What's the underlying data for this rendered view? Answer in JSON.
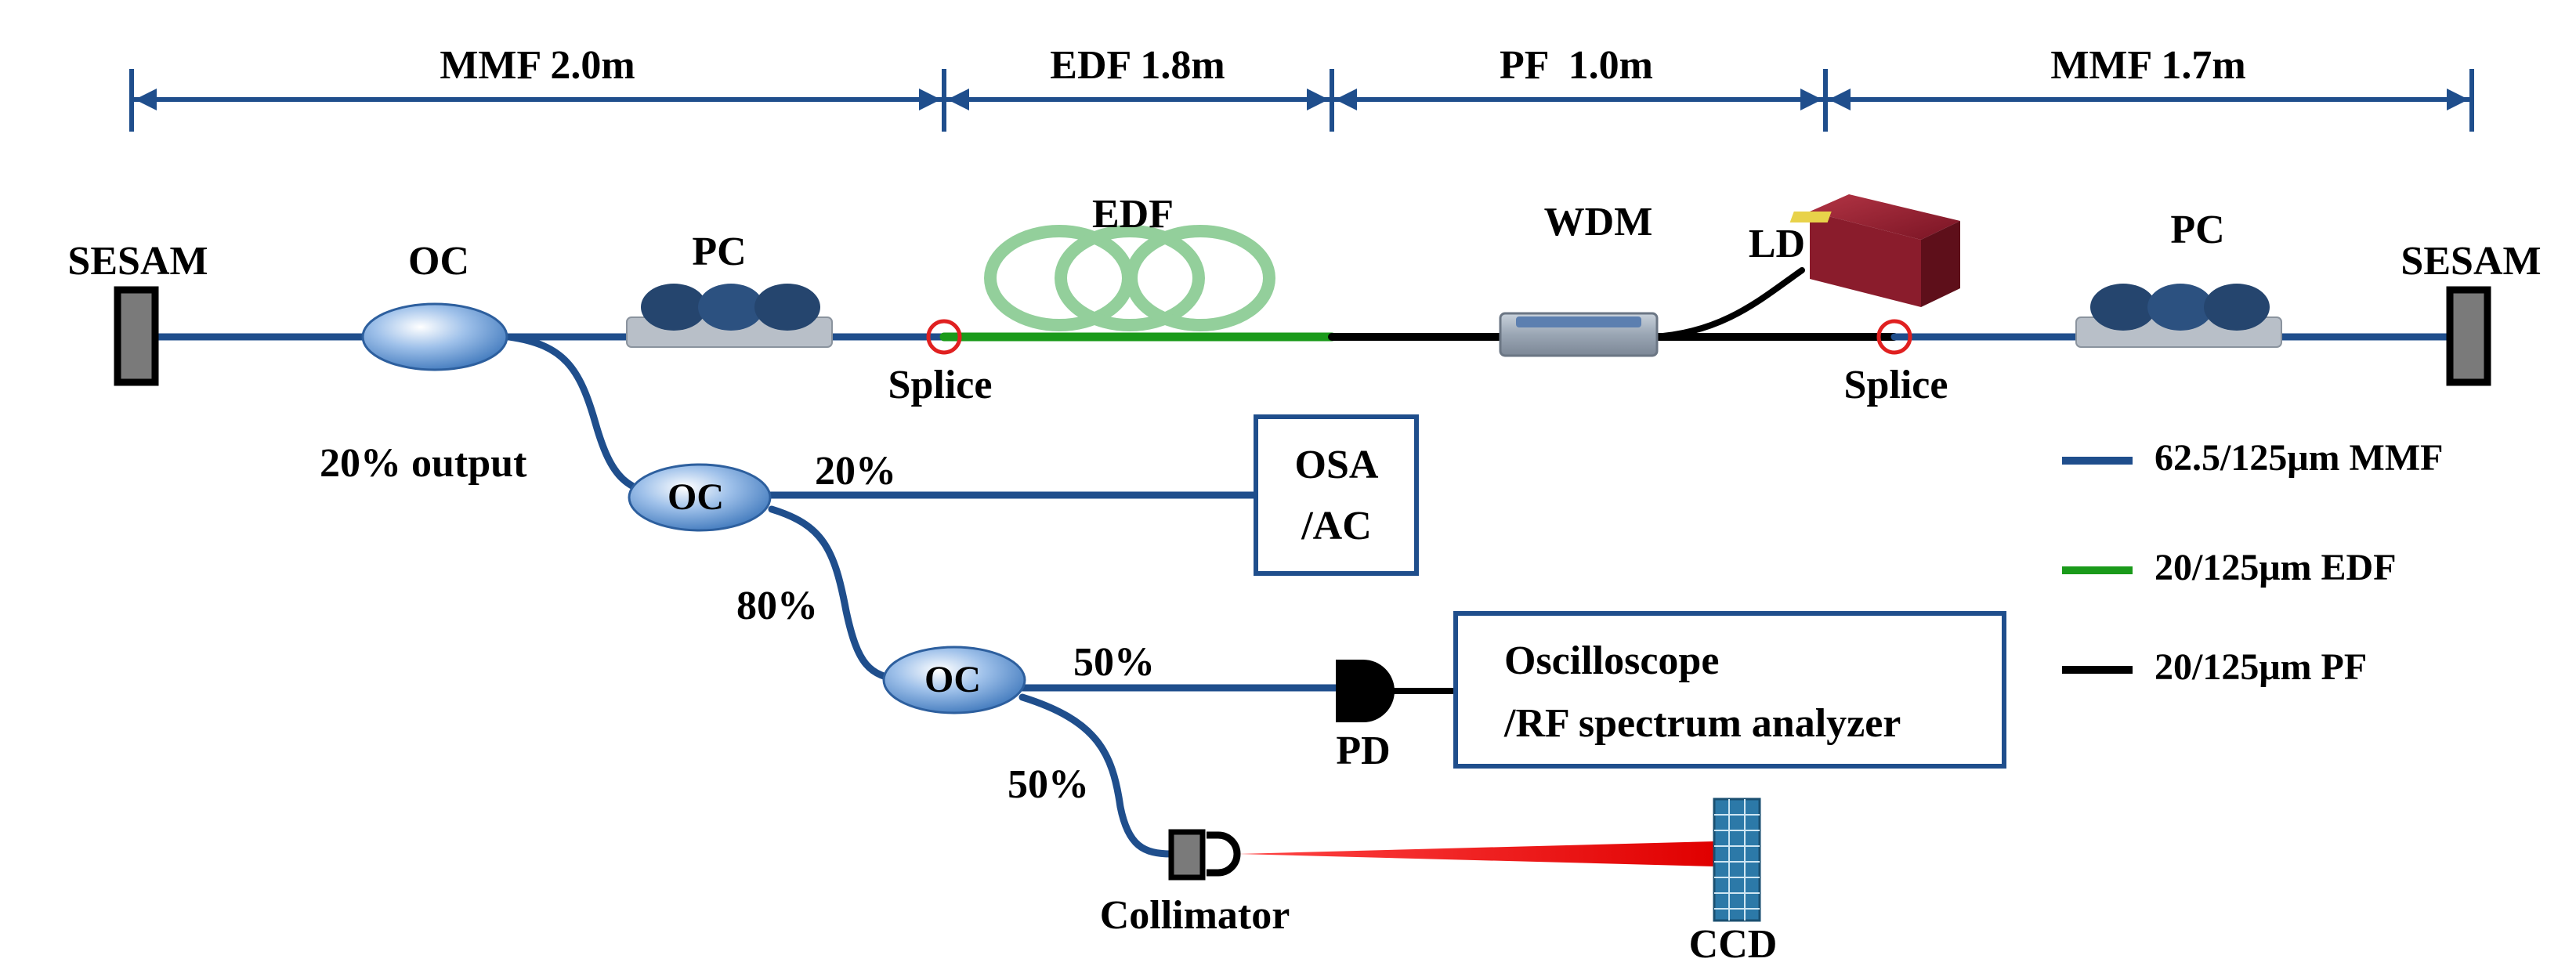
{
  "colors": {
    "mmf": "#1f4e8c",
    "edf": "#1a9a1a",
    "pf": "#000000",
    "beam": "#ee1111",
    "splice": "#e02020",
    "box_border": "#1f4e8c",
    "coupler": "#4f86c6",
    "laser_body": "#8a1c2c"
  },
  "segments": [
    {
      "label": "MMF 2.0m"
    },
    {
      "label": "EDF 1.8m"
    },
    {
      "label": "PF  1.0m"
    },
    {
      "label": "MMF 1.7m"
    }
  ],
  "components": {
    "sesam_left": "SESAM",
    "sesam_right": "SESAM",
    "oc_main": "OC",
    "oc_second": "OC",
    "oc_third": "OC",
    "pc_left": "PC",
    "pc_right": "PC",
    "edf": "EDF",
    "wdm": "WDM",
    "ld": "LD",
    "splice_left": "Splice",
    "splice_right": "Splice",
    "output_20": "20% output",
    "ratio_20": "20%",
    "ratio_80": "80%",
    "ratio_50_top": "50%",
    "ratio_50_bottom": "50%",
    "osa_line1": "OSA",
    "osa_line2": "/AC",
    "scope_line1": "Oscilloscope",
    "scope_line2": "/RF spectrum analyzer",
    "pd": "PD",
    "collimator": "Collimator",
    "ccd": "CCD"
  },
  "legend": [
    {
      "label": "62.5/125μm MMF",
      "color": "#1f4e8c"
    },
    {
      "label": "20/125μm EDF",
      "color": "#1a9a1a"
    },
    {
      "label": "20/125μm PF",
      "color": "#000000"
    }
  ]
}
